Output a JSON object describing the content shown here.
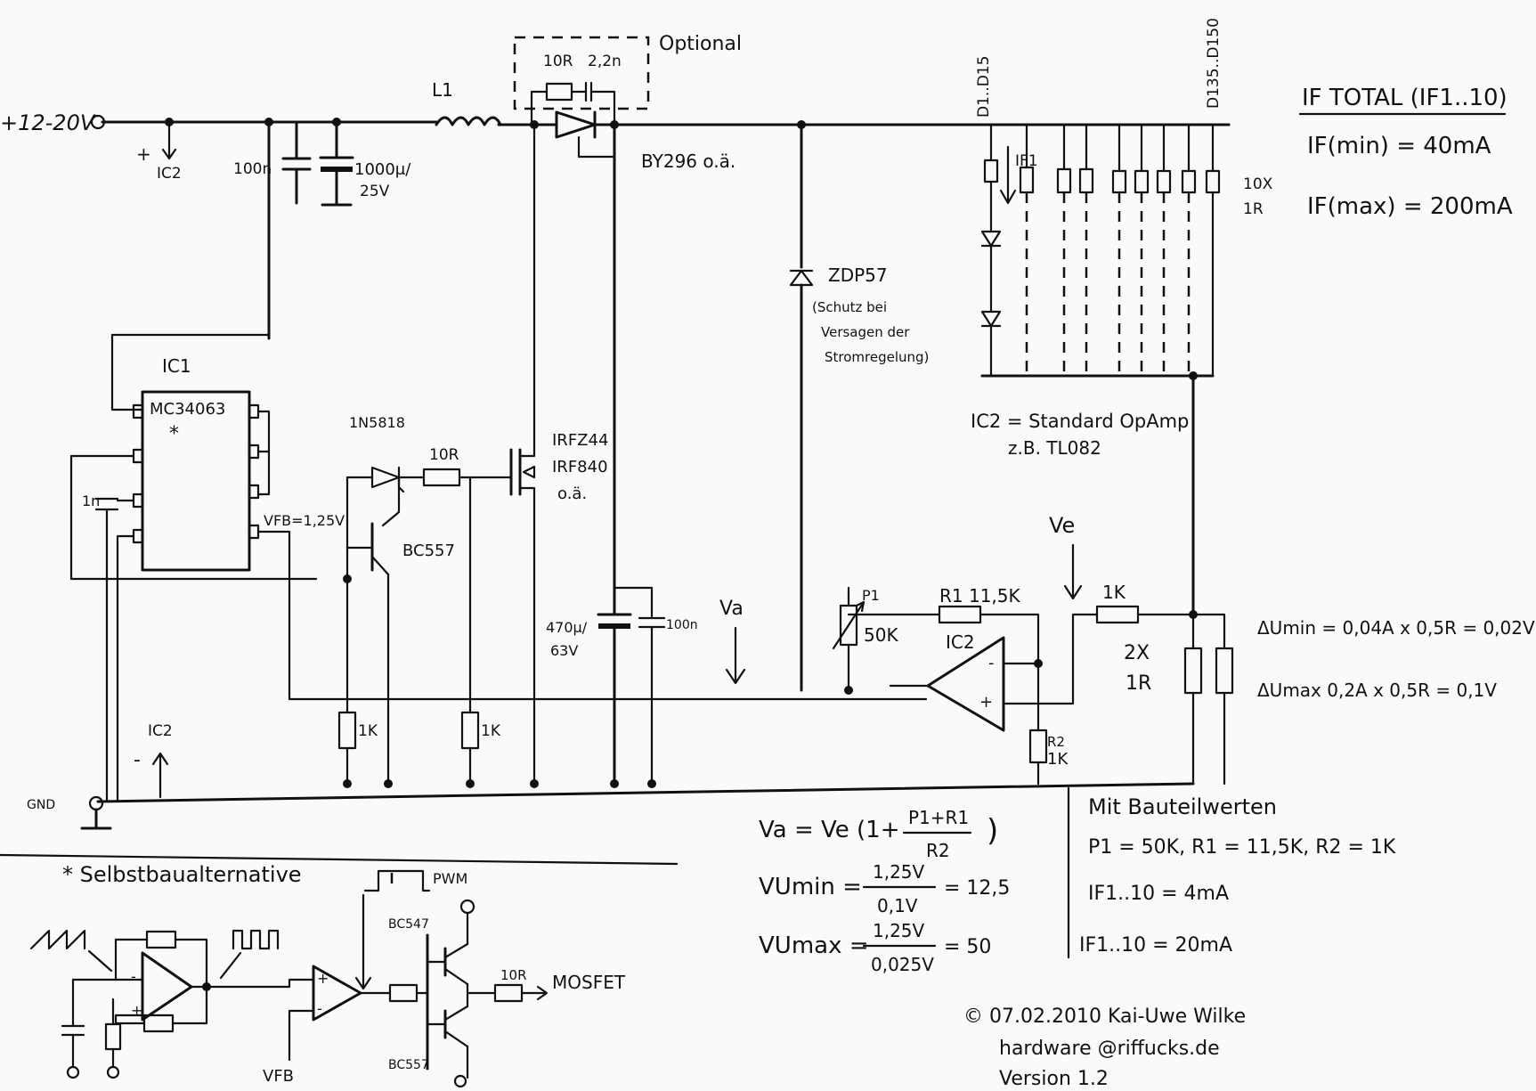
{
  "supply": {
    "input_label": "+12-20V",
    "gnd_label": "GND"
  },
  "ic2_refs": {
    "plus": "+",
    "plus_label": "IC2",
    "minus_label": "IC2",
    "minus": "-"
  },
  "caps_input": {
    "c100n": "100n",
    "c1000": "1000μ/",
    "c1000_v": "25V"
  },
  "inductor": "L1",
  "optional": {
    "label": "Optional",
    "r": "10R",
    "c": "2,2n"
  },
  "diode_main": "BY296 o.ä.",
  "ic1": {
    "label": "IC1",
    "part": "MC34063",
    "vfb": "VFB=1,25V",
    "cap": "1n"
  },
  "driver": {
    "diode": "1N5818",
    "r_gate": "10R",
    "transistor": "BC557",
    "mosfet": "IRFZ44",
    "mosfet2": "IRF840",
    "mosfet3": "o.ä.",
    "r_pull1": "1K",
    "r_pull2": "1K"
  },
  "out_caps": {
    "c470": "470μ/",
    "c470_v": "63V",
    "c100n": "100n"
  },
  "zener": {
    "label": "ZDP57",
    "note1": "(Schutz bei",
    "note2": "Versagen der",
    "note3": "Stromregelung)"
  },
  "leds": {
    "top1": "D1..D15",
    "top2": "D135..D150",
    "current": "IF1",
    "res": "10X",
    "res2": "1R"
  },
  "formula_box": {
    "line1": "IF TOTAL (IF1..10)",
    "line2": "IF(min) = 40mA",
    "line3": "IF(max) = 200mA"
  },
  "ic2_note": {
    "line1": "IC2 = Standard OpAmp",
    "line2": "z.B. TL082"
  },
  "amp": {
    "va": "Va",
    "ve": "Ve",
    "p1": "P1",
    "p1_val": "50K",
    "r1": "R1 11,5K",
    "ic": "IC2",
    "r_in": "1K",
    "r2": "R2",
    "r2_val": "1K",
    "minus": "-",
    "plus": "+",
    "shunt1": "2X",
    "shunt2": "1R"
  },
  "delta": {
    "umin": "ΔUmin = 0,04A x 0,5R = 0,02V",
    "umax": "ΔUmax  0,2A x 0,5R = 0,1V"
  },
  "eq": {
    "va_pre": "Va = Ve (1+",
    "frac_top": "P1+R1",
    "frac_bot": "R2",
    "close": ")",
    "vumin": "VUmin =",
    "vumin_top": "1,25V",
    "vumin_bot": "0,1V",
    "vumin_res": "= 12,5",
    "vumax": "VUmax =",
    "vumax_top": "1,25V",
    "vumax_bot": "0,025V",
    "vumax_res": "= 50"
  },
  "values_box": {
    "title": "Mit Bauteilwerten",
    "line1": "P1 = 50K, R1 = 11,5K, R2 = 1K",
    "line2": "IF1..10 = 4mA",
    "line3": "IF1..10 = 20mA"
  },
  "alt": {
    "title": "* Selbstbaualternative",
    "pwm": "PWM",
    "bc547": "BC547",
    "bc557": "BC557",
    "r": "10R",
    "mosfet": "MOSFET",
    "vfb": "VFB"
  },
  "copyright": {
    "line1": "© 07.02.2010 Kai-Uwe Wilke",
    "line2": "hardware @riffucks.de",
    "line3": "Version 1.2"
  }
}
